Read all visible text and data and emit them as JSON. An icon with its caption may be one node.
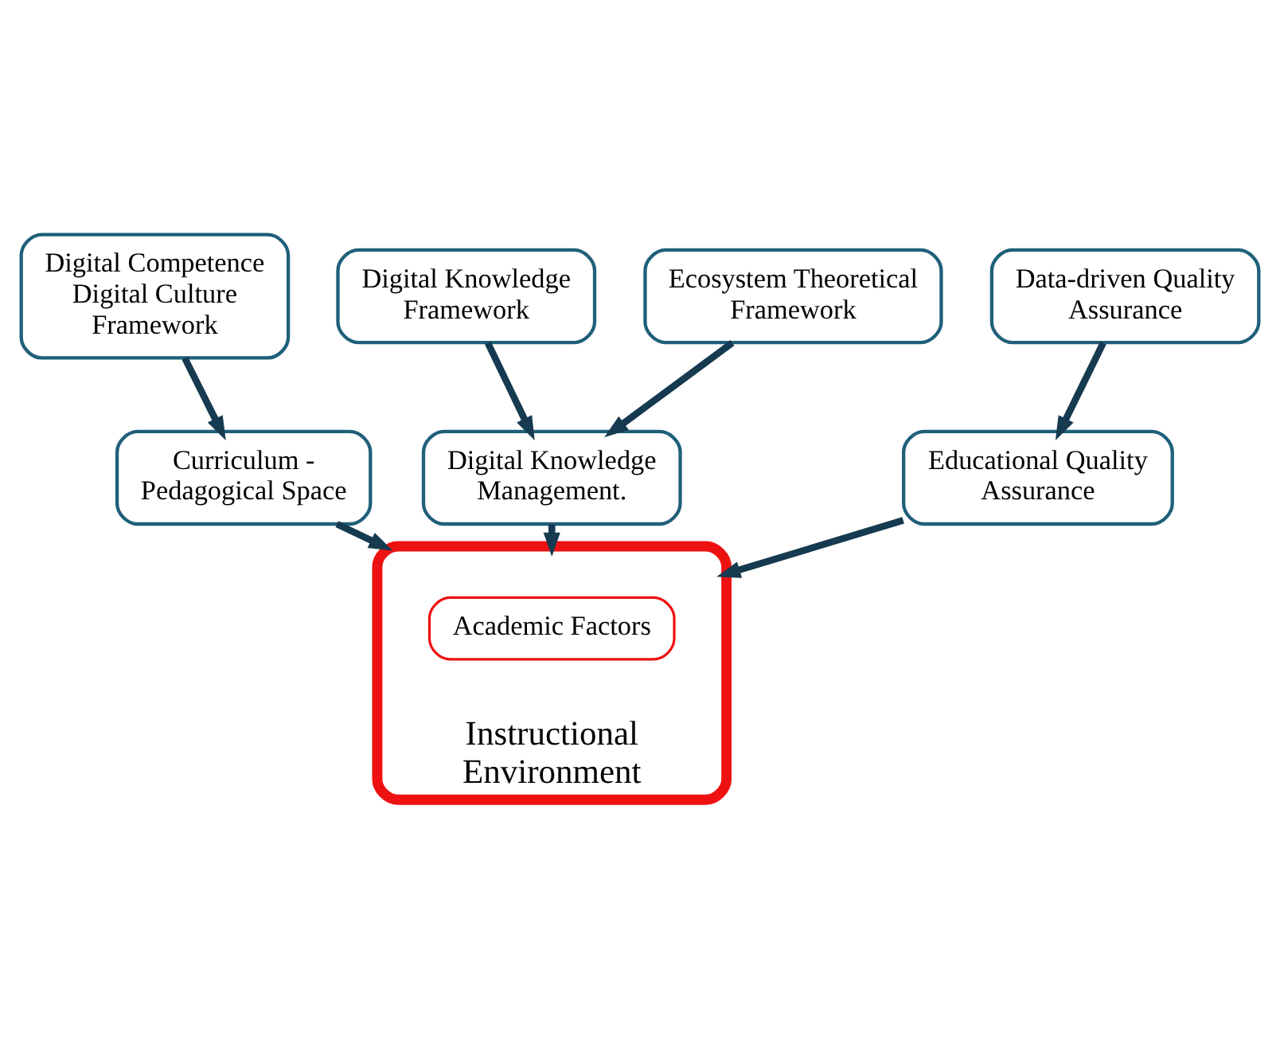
{
  "diagram": {
    "nodes": [
      {
        "text": [
          "Digital Competence Digital Culture Framework"
        ]
      },
      {
        "text": [
          "Digital Knowledge Framework"
        ]
      },
      {
        "text": [
          "Ecosystem Theoretical Framework"
        ]
      },
      {
        "text": [
          "Data-driven Quality Assurance"
        ]
      },
      {
        "text": [
          "Curriculum - Pedagogical Space"
        ]
      },
      {
        "text": [
          "Digital Knowledge Management."
        ]
      },
      {
        "text": [
          "Educational Quality Assurance"
        ]
      },
      {
        "text": [
          "Instructional Environment"
        ]
      },
      {
        "text": [
          "Academic Factors"
        ],
        "in": 7
      }
    ],
    "edges": [
      {
        "from": 0,
        "to": 4,
        "arrow": "to"
      },
      {
        "from": 1,
        "to": 5,
        "arrow": "to"
      },
      {
        "from": 2,
        "to": 5,
        "arrow": "to"
      },
      {
        "from": 3,
        "to": 6,
        "arrow": "to"
      },
      {
        "from": 4,
        "to": 7,
        "arrow": "to"
      },
      {
        "from": 5,
        "to": 7,
        "arrow": "to"
      },
      {
        "from": 6,
        "to": 7,
        "arrow": "to"
      }
    ]
  }
}
